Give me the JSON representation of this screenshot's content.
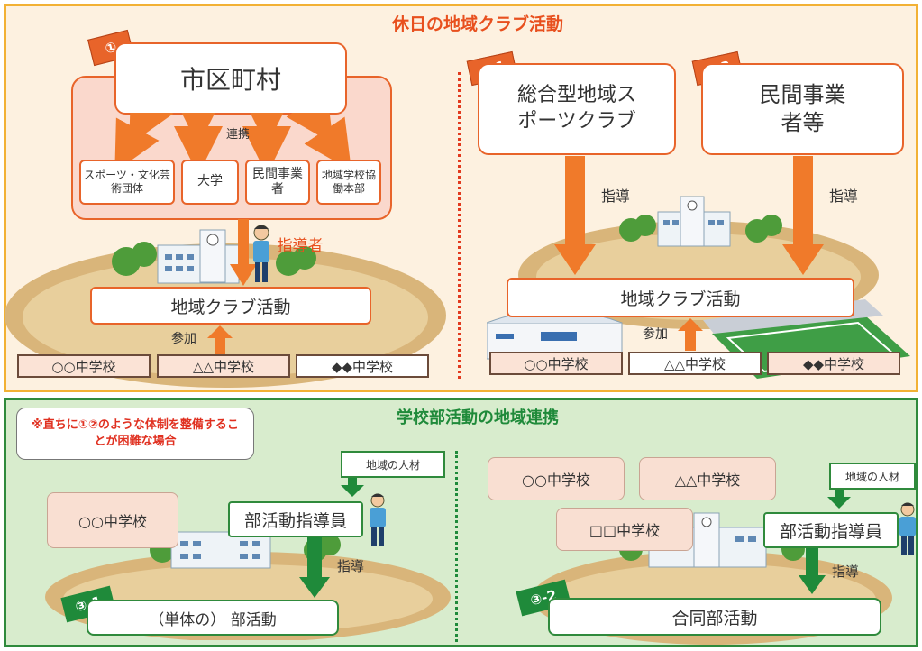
{
  "top": {
    "title": "休日の地域クラブ活動",
    "tag1": "①",
    "municipality": "市区町村",
    "renkei": "連携",
    "orgs": [
      "スポーツ・文化芸術団体",
      "大学",
      "民間事業者",
      "地域学校協働本部"
    ],
    "instructor": "指導者",
    "club_left": "地域クラブ活動",
    "sanka_left": "参加",
    "schools_left": [
      "○○中学校",
      "△△中学校",
      "◆◆中学校"
    ],
    "tag21": "②-1",
    "tag22": "②-2",
    "comprehensive_club": "総合型地域スポーツクラブ",
    "private_business": "民間事業者等",
    "shidou_a": "指導",
    "shidou_b": "指導",
    "club_right": "地域クラブ活動",
    "sanka_right": "参加",
    "schools_right": [
      "○○中学校",
      "△△中学校",
      "◆◆中学校"
    ]
  },
  "bottom": {
    "title": "学校部活動の地域連携",
    "note": "※直ちに①②のような体制を整備することが困難な場合",
    "local_talent_left": "地域の人材",
    "school_left": "○○中学校",
    "coach_left": "部活動指導員",
    "shidou_left": "指導",
    "tag31": "③-1",
    "activity_left": "（単体の） 部活動",
    "schools_right": [
      "○○中学校",
      "△△中学校",
      "□□中学校"
    ],
    "local_talent_right": "地域の人材",
    "coach_right": "部活動指導員",
    "shidou_right": "指導",
    "tag32": "③-2",
    "activity_right": "合同部活動"
  },
  "colors": {
    "orange": "#e8642a",
    "green": "#1f8a3a",
    "gold": "#f2b134"
  },
  "icons": [
    "track-field",
    "school-building",
    "trees",
    "coach-person",
    "soccer-stadium"
  ]
}
